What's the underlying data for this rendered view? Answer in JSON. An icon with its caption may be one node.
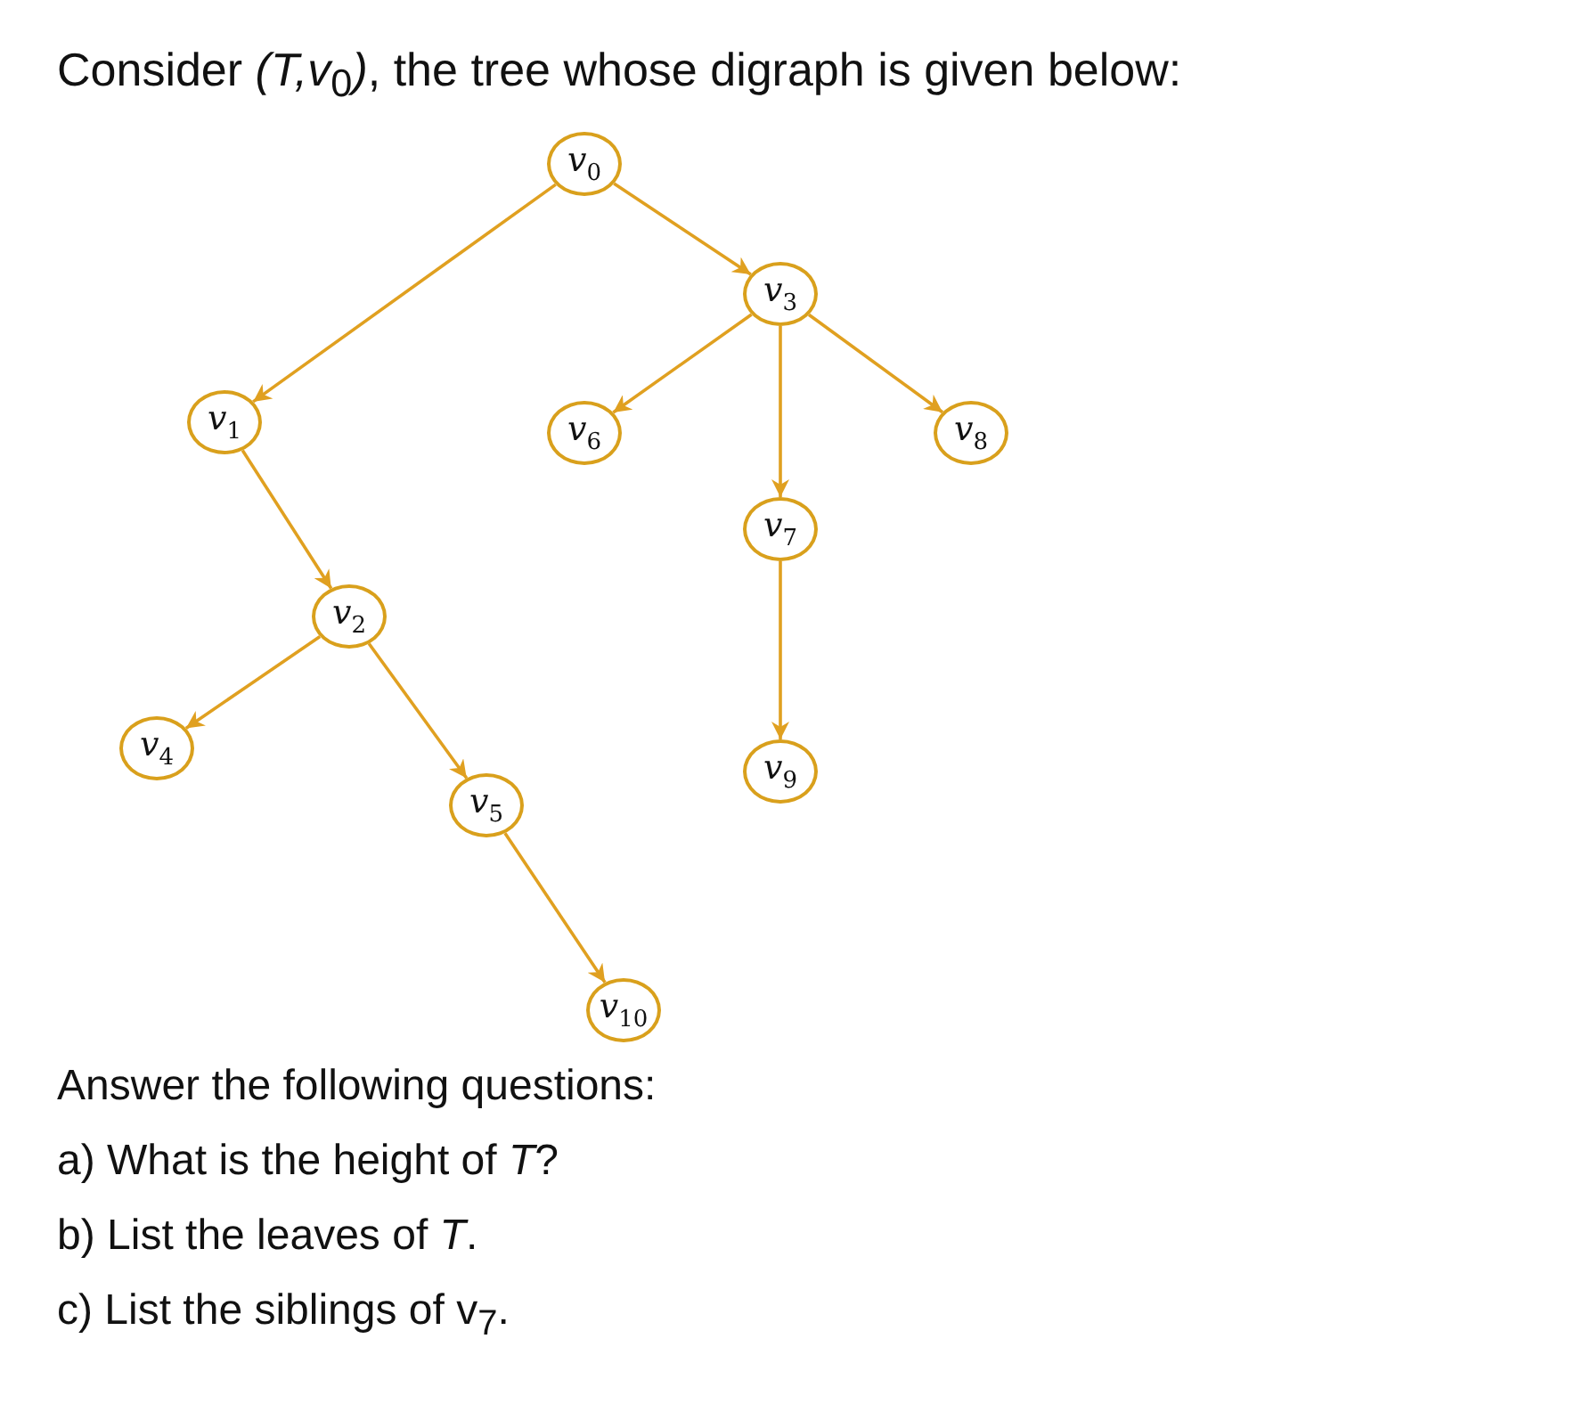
{
  "diagram": {
    "title": "Consider *(T,v*$_{0}$*)*, the tree whose digraph is given below:",
    "nodes": [
      {
        "text": [
          "*v*$_{0}$"
        ]
      },
      {
        "text": [
          "*v*$_{3}$"
        ]
      },
      {
        "text": [
          "*v*$_{1}$"
        ]
      },
      {
        "text": [
          "*v*$_{6}$"
        ]
      },
      {
        "text": [
          "*v*$_{8}$"
        ]
      },
      {
        "text": [
          "*v*$_{7}$"
        ]
      },
      {
        "text": [
          "*v*$_{2}$"
        ]
      },
      {
        "text": [
          "*v*$_{4}$"
        ]
      },
      {
        "text": [
          "*v*$_{9}$"
        ]
      },
      {
        "text": [
          "*v*$_{5}$"
        ]
      },
      {
        "text": [
          "*v*$_{10}$"
        ]
      }
    ],
    "edges": [
      {
        "from": 0,
        "to": 2,
        "arrow": "to"
      },
      {
        "from": 0,
        "to": 1,
        "arrow": "to"
      },
      {
        "from": 1,
        "to": 3,
        "arrow": "to"
      },
      {
        "from": 1,
        "to": 5,
        "arrow": "to"
      },
      {
        "from": 1,
        "to": 4,
        "arrow": "to"
      },
      {
        "from": 2,
        "to": 6,
        "arrow": "to"
      },
      {
        "from": 6,
        "to": 7,
        "arrow": "to"
      },
      {
        "from": 6,
        "to": 9,
        "arrow": "to"
      },
      {
        "from": 5,
        "to": 8,
        "arrow": "to"
      },
      {
        "from": 9,
        "to": 10,
        "arrow": "to"
      }
    ],
    "labels": [
      "Answer the following questions:",
      "a) What is the height of *T*?",
      "b) List the leaves of *T*.",
      "c) List the siblings of v$_{7}$."
    ]
  }
}
